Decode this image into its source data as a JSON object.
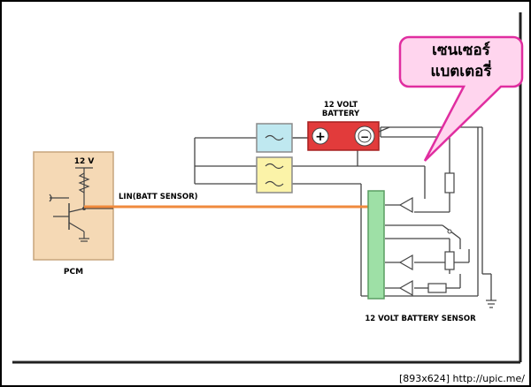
{
  "callout": {
    "line1": "เซนเซอร์",
    "line2": "แบตเตอรี่"
  },
  "battery": {
    "label_line1": "12 VOLT",
    "label_line2": "BATTERY",
    "plus": "+",
    "minus": "−"
  },
  "pcm": {
    "voltage": "12 V",
    "label": "PCM"
  },
  "lin_label": "LIN(BATT SENSOR)",
  "sensor_label": "12 VOLT BATTERY SENSOR",
  "footer": "[893x624] http://upic.me/",
  "colors": {
    "border": "#000000",
    "pcm_fill": "#f5d9b5",
    "pcm_stroke": "#c7a57d",
    "lin_wire": "#f08a3c",
    "battery_fill": "#e23b3b",
    "fuse1_fill": "#bfe8f0",
    "relay_fill": "#fbf3a8",
    "sensor_bar": "#9ee0a6",
    "callout_fill": "#ffd5ee",
    "callout_stroke": "#e02ea0",
    "wire": "#444444"
  }
}
